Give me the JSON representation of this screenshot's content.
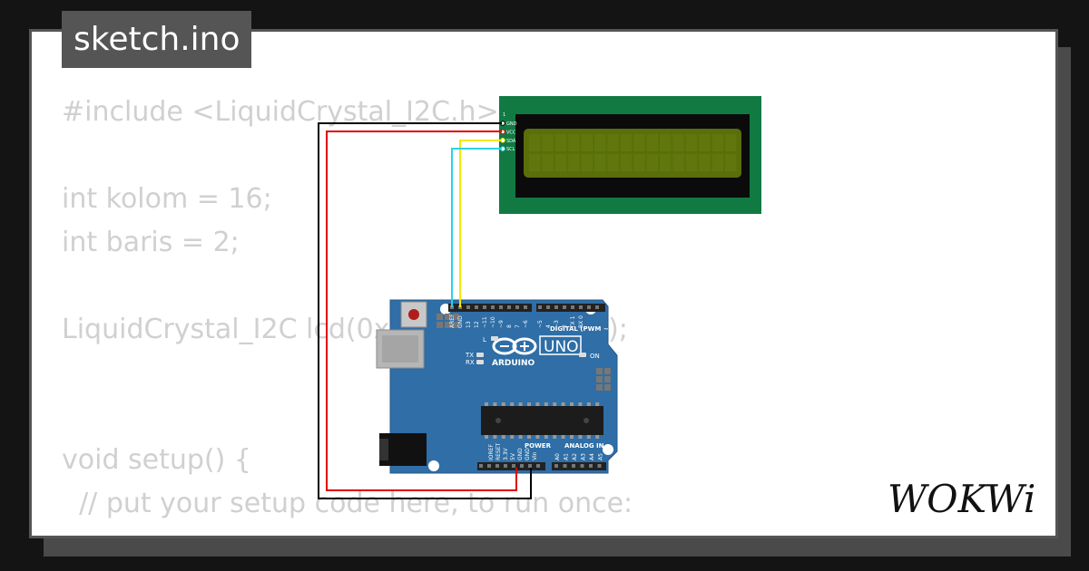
{
  "tab": {
    "filename": "sketch.ino"
  },
  "code": {
    "lines": [
      "#include <LiquidCrystal_I2C.h>",
      "",
      "int kolom = 16;",
      "int baris = 2;",
      "",
      "LiquidCrystal_I2C lcd(0x27, kolom, baris);",
      "",
      "",
      "void setup() {",
      "  // put your setup code here, to run once:"
    ]
  },
  "lcd": {
    "pin_number": "1",
    "pins": [
      "GND",
      "VCC",
      "SDA",
      "SCL"
    ]
  },
  "board": {
    "label_digital": "DIGITAL (PWM ~)",
    "label_uno": "UNO",
    "label_arduino": "ARDUINO",
    "label_on": "ON",
    "label_l": "L",
    "label_tx": "TX",
    "label_rx": "RX",
    "label_power": "POWER",
    "label_analog": "ANALOG IN",
    "top_pins": [
      "AREF",
      "GND",
      "13",
      "12",
      "~11",
      "~10",
      "~9",
      "8",
      "7",
      "~6",
      "~5",
      "4",
      "~3",
      "2",
      "TX 1",
      "RX 0"
    ],
    "power_pins": [
      "IOREF",
      "RESET",
      "3.3V",
      "5V",
      "GND",
      "GND",
      "Vin"
    ],
    "analog_pins": [
      "A0",
      "A1",
      "A2",
      "A3",
      "A4",
      "A5"
    ]
  },
  "brand": {
    "logo_text": "WOKWi"
  },
  "colors": {
    "wire_gnd": "#000000",
    "wire_vcc": "#e00000",
    "wire_sda": "#f4e800",
    "wire_scl": "#27d3e8",
    "board": "#2f6ea6",
    "lcd_pcb": "#117a43",
    "lcd_screen": "#5a6e0a"
  }
}
